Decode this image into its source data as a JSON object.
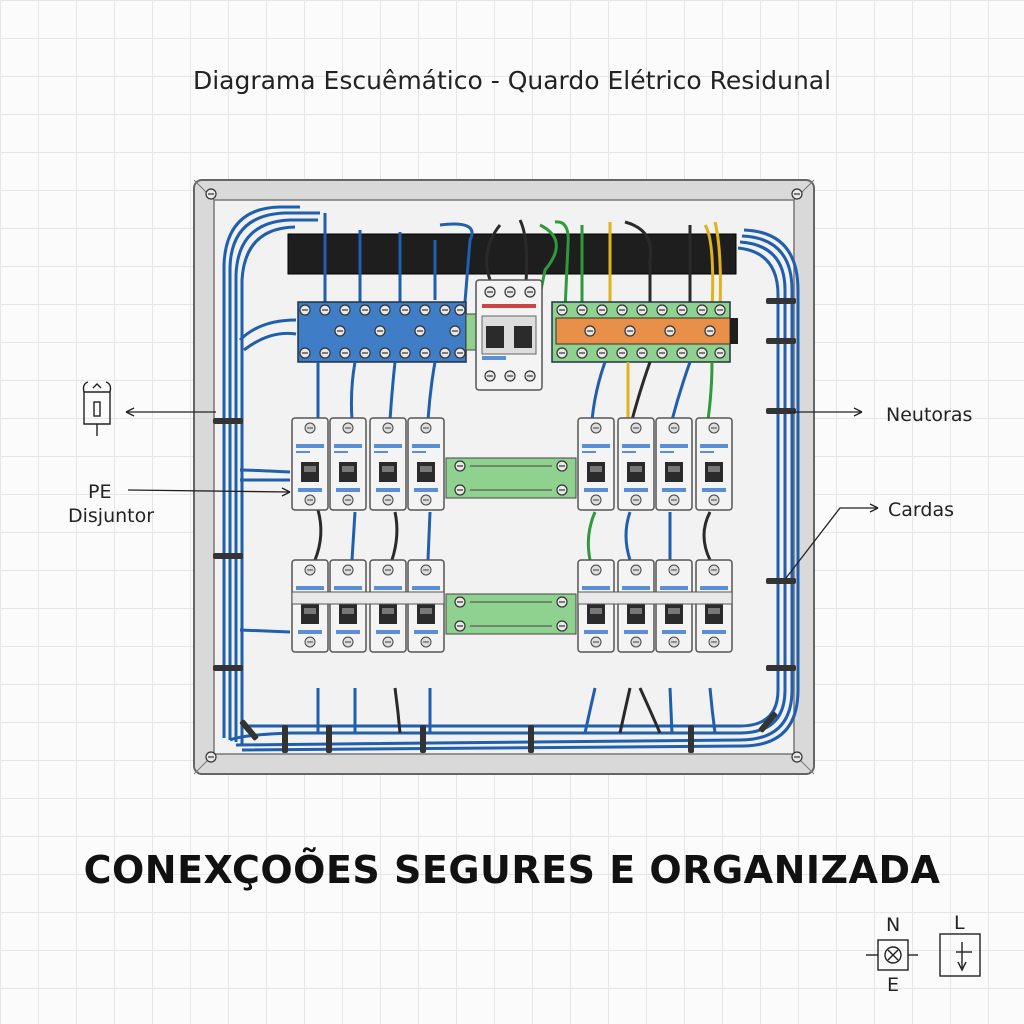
{
  "title": "Diagrama Escuêmático - Quardo Elétrico Residunal",
  "headline": "CONEXÇOÕES SEGURES E ORGANIZADA",
  "labels": {
    "pe": "PE",
    "disjuntor": "Disjuntor",
    "neutoras": "Neutoras",
    "cardas": "Cardas"
  },
  "legend": {
    "n": "N",
    "e": "E",
    "l": "L"
  },
  "colors": {
    "wire_blue": "#1f5fae",
    "wire_black": "#2a2a2a",
    "wire_green": "#2f9a3a",
    "wire_yellow": "#e0b21c",
    "bus_blue": "#3f7dc6",
    "bus_orange": "#e8904a",
    "bus_green": "#8fd18e",
    "panel_frame": "#bcbcbc"
  }
}
